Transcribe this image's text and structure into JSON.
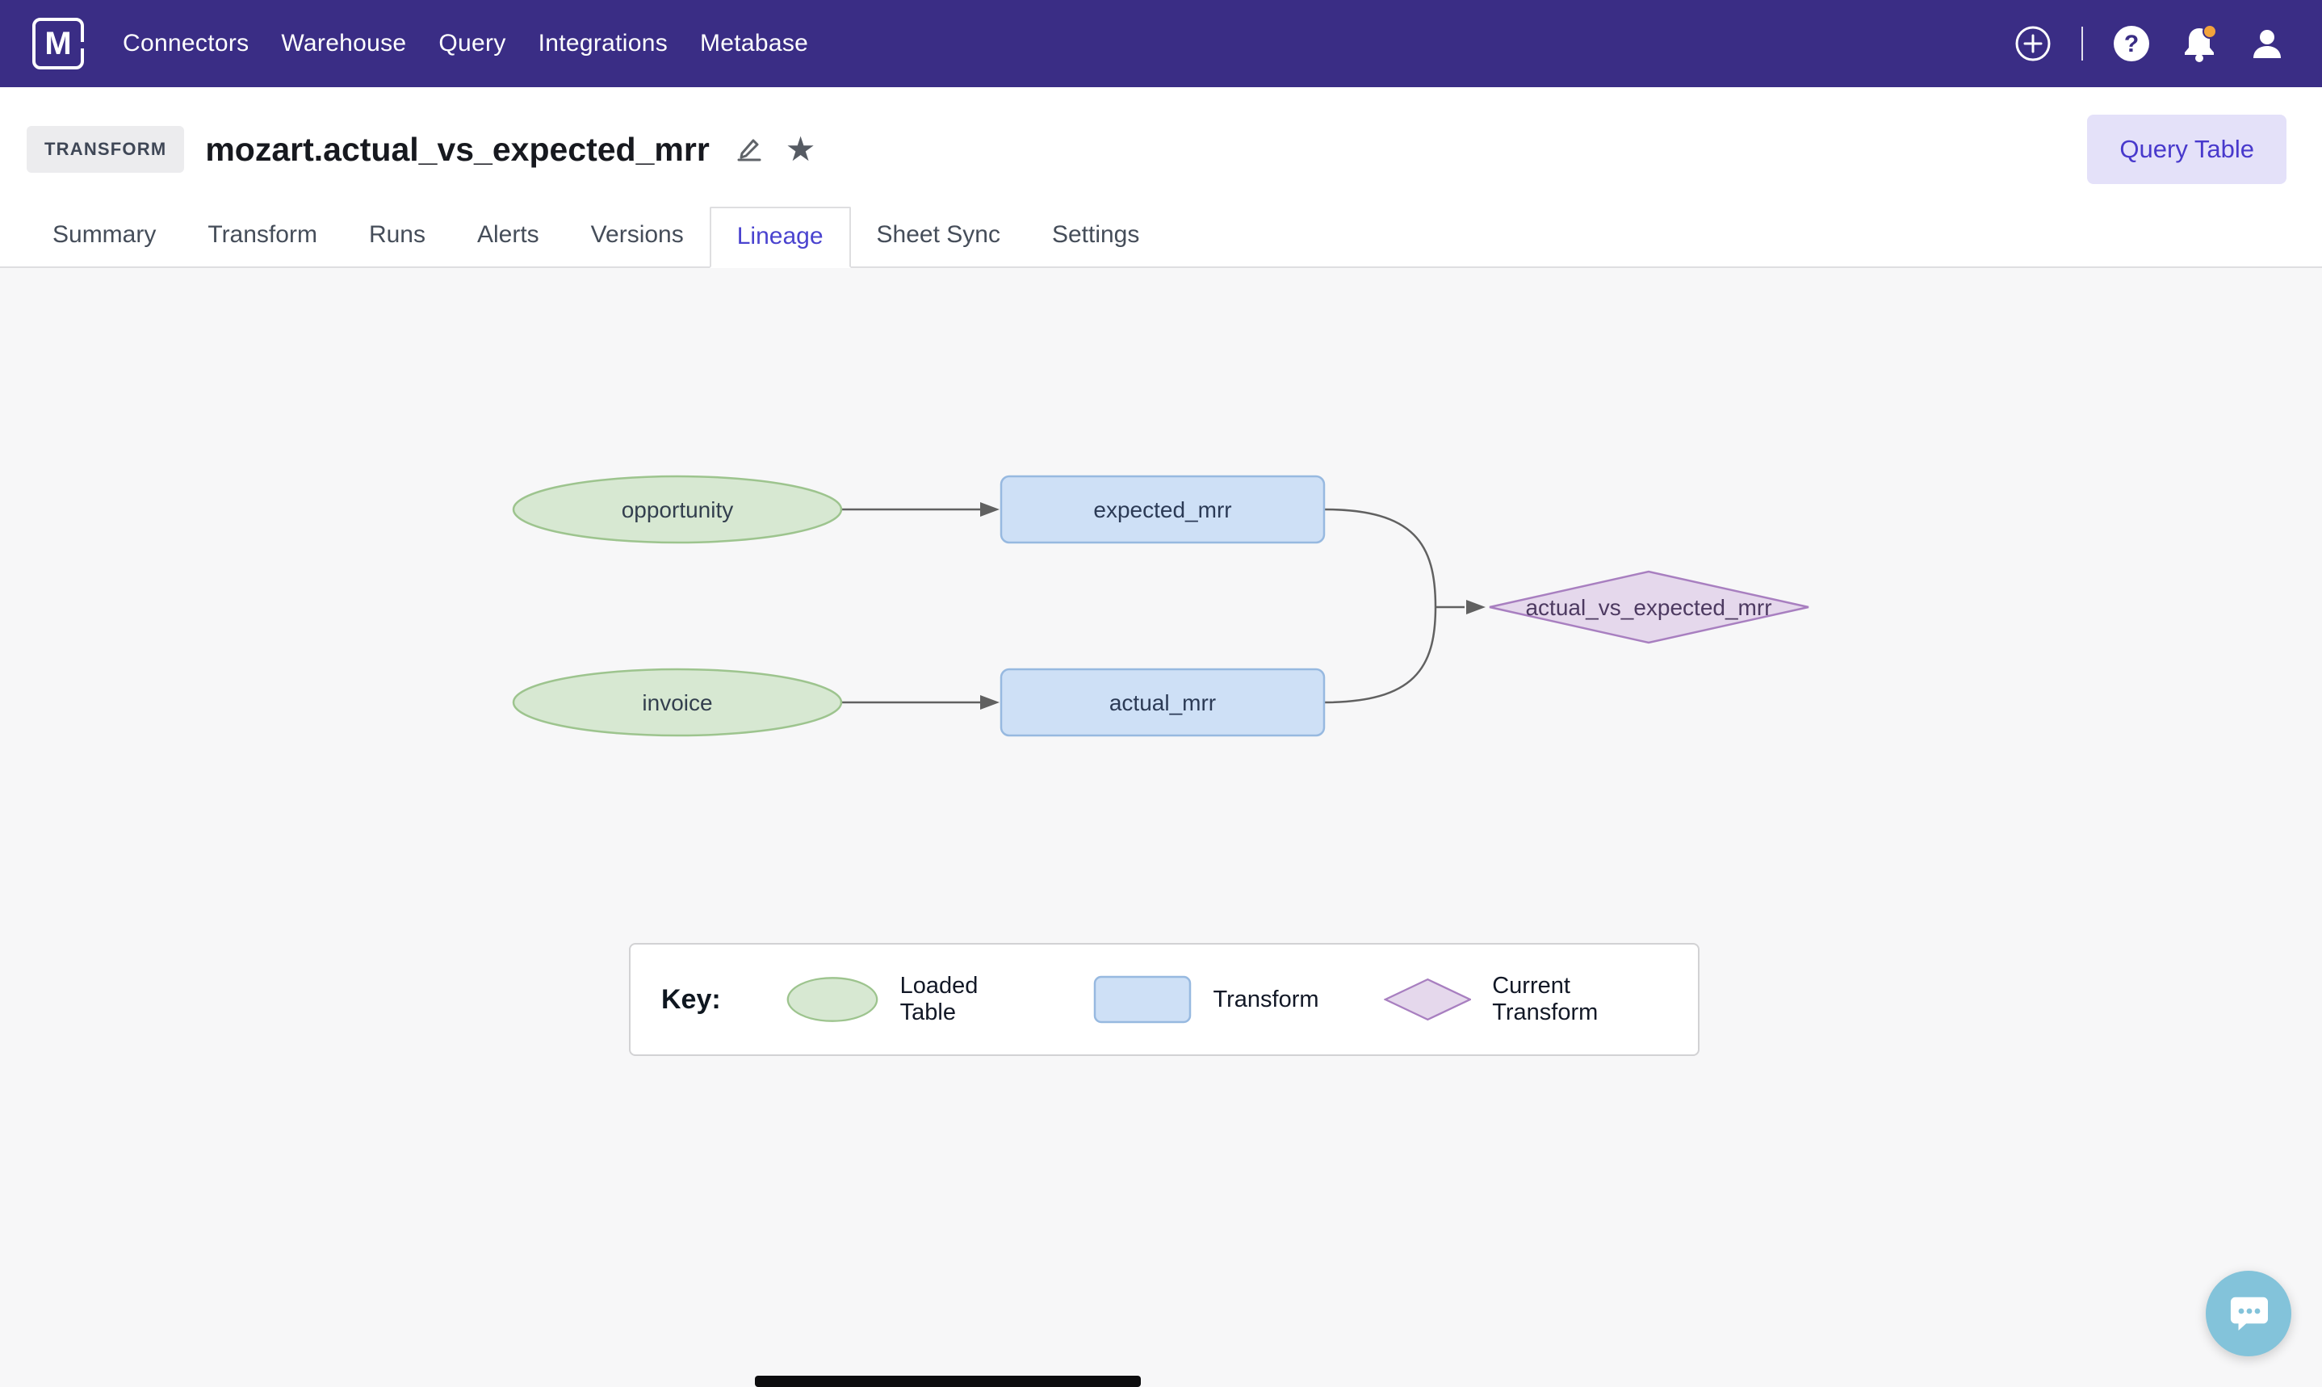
{
  "navbar": {
    "brand": "M",
    "items": [
      "Connectors",
      "Warehouse",
      "Query",
      "Integrations",
      "Metabase"
    ],
    "icons": [
      "add-icon",
      "help-icon",
      "notifications-icon",
      "account-icon"
    ],
    "notification_dot": true
  },
  "header": {
    "badge": "TRANSFORM",
    "title": "mozart.actual_vs_expected_mrr",
    "icons": [
      "edit-icon",
      "star-icon"
    ],
    "query_table_button": "Query Table"
  },
  "tabs": [
    "Summary",
    "Transform",
    "Runs",
    "Alerts",
    "Versions",
    "Lineage",
    "Sheet Sync",
    "Settings"
  ],
  "active_tab_index": 5,
  "lineage": {
    "nodes": [
      {
        "id": "opportunity",
        "label": "opportunity",
        "type": "loaded_table",
        "shape": "ellipse"
      },
      {
        "id": "invoice",
        "label": "invoice",
        "type": "loaded_table",
        "shape": "ellipse"
      },
      {
        "id": "expected_mrr",
        "label": "expected_mrr",
        "type": "transform",
        "shape": "rect"
      },
      {
        "id": "actual_mrr",
        "label": "actual_mrr",
        "type": "transform",
        "shape": "rect"
      },
      {
        "id": "actual_vs_expected_mrr",
        "label": "actual_vs_expected_mrr",
        "type": "current_transform",
        "shape": "diamond"
      }
    ],
    "edges": [
      [
        "opportunity",
        "expected_mrr"
      ],
      [
        "invoice",
        "actual_mrr"
      ],
      [
        "expected_mrr",
        "actual_vs_expected_mrr"
      ],
      [
        "actual_mrr",
        "actual_vs_expected_mrr"
      ]
    ]
  },
  "legend": {
    "title": "Key:",
    "items": [
      {
        "label": "Loaded Table",
        "shape": "ellipse",
        "fill": "#d7e8d2",
        "stroke": "#9dc48e"
      },
      {
        "label": "Transform",
        "shape": "rect",
        "fill": "#cee0f6",
        "stroke": "#97b9e0"
      },
      {
        "label": "Current Transform",
        "shape": "diamond",
        "fill": "#e5d8ec",
        "stroke": "#a87fc0"
      }
    ]
  },
  "colors": {
    "navbar_bg": "#3a2d85",
    "accent": "#4a43cf",
    "query_button_bg": "#e4e1f9",
    "canvas_bg": "#f7f7f8",
    "loaded_table_fill": "#d7e8d2",
    "loaded_table_stroke": "#9dc48e",
    "transform_fill": "#cee0f6",
    "transform_stroke": "#97b9e0",
    "current_transform_fill": "#e5d8ec",
    "current_transform_stroke": "#a87fc0",
    "edge_color": "#616161",
    "notification_dot": "#f2a33c",
    "chat_launcher_bg": "#83c3da"
  }
}
